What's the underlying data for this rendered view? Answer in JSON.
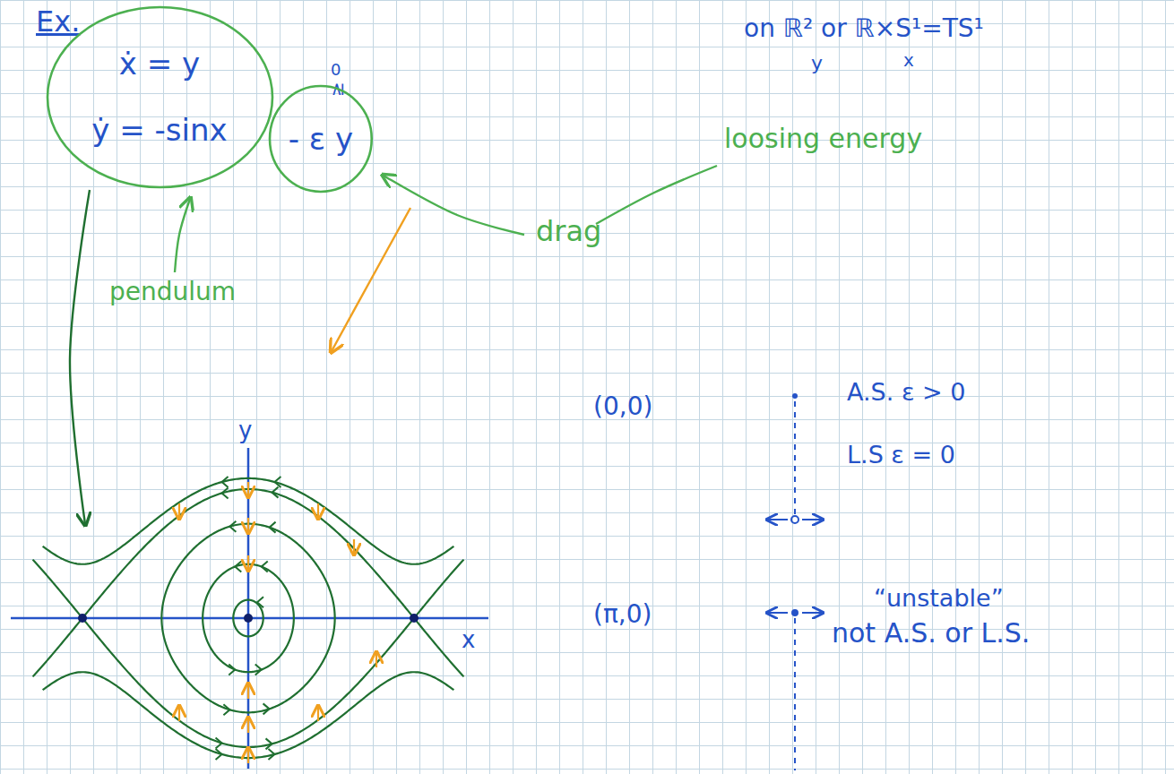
{
  "diagram": {
    "title": "Ex.",
    "nodes": [
      {
        "text": [
          "ẋ = y",
          "ẏ = -sinx"
        ]
      },
      {
        "text": [
          "- ε y"
        ]
      }
    ],
    "labels": [
      "on ℝ² or ℝ×S¹=TS¹",
      "y",
      "x",
      "0",
      "≥",
      "loosing energy",
      "drag",
      "pendulum",
      "y",
      "x",
      "(0,0)",
      "A.S. ε > 0",
      "L.S ε = 0",
      "(π,0)",
      "“unstable”",
      "not A.S. or L.S."
    ]
  }
}
